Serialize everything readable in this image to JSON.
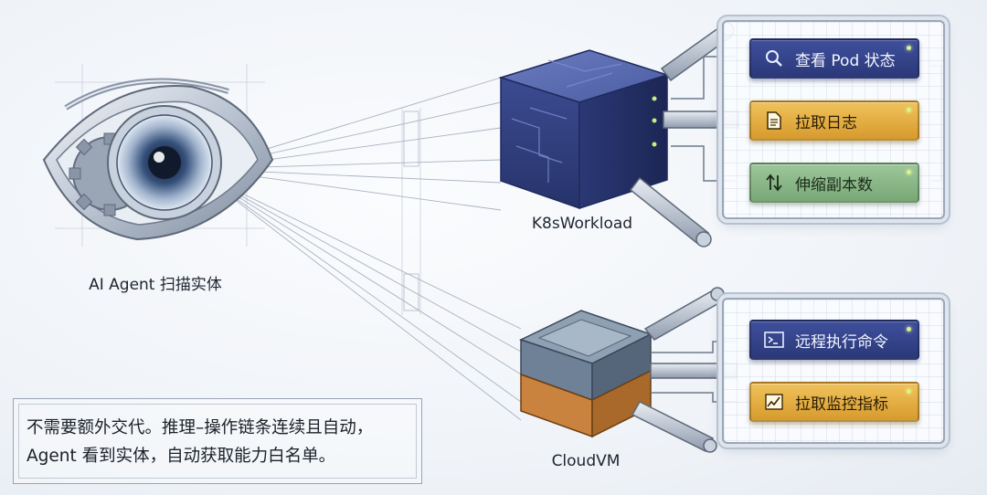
{
  "eye": {
    "label": "AI Agent 扫描实体",
    "icon": "eye-icon"
  },
  "entities": [
    {
      "name": "K8sWorkload",
      "icon": "cube-icon"
    },
    {
      "name": "CloudVM",
      "icon": "server-block-icon"
    }
  ],
  "k8s_panel": {
    "buttons": [
      {
        "label": "查看 Pod 状态",
        "icon": "search-icon",
        "color": "#2f3d82"
      },
      {
        "label": "拉取日志",
        "icon": "document-icon",
        "color": "#e2a83e"
      },
      {
        "label": "伸缩副本数",
        "icon": "up-down-arrows-icon",
        "color": "#8bb888"
      }
    ]
  },
  "vm_panel": {
    "buttons": [
      {
        "label": "远程执行命令",
        "icon": "terminal-icon",
        "color": "#2f3d82"
      },
      {
        "label": "拉取监控指标",
        "icon": "chart-icon",
        "color": "#e2a83e"
      }
    ]
  },
  "note": {
    "line1": "不需要额外交代。推理–操作链条连续且自动，",
    "line2": "Agent 看到实体，自动获取能力白名单。"
  }
}
